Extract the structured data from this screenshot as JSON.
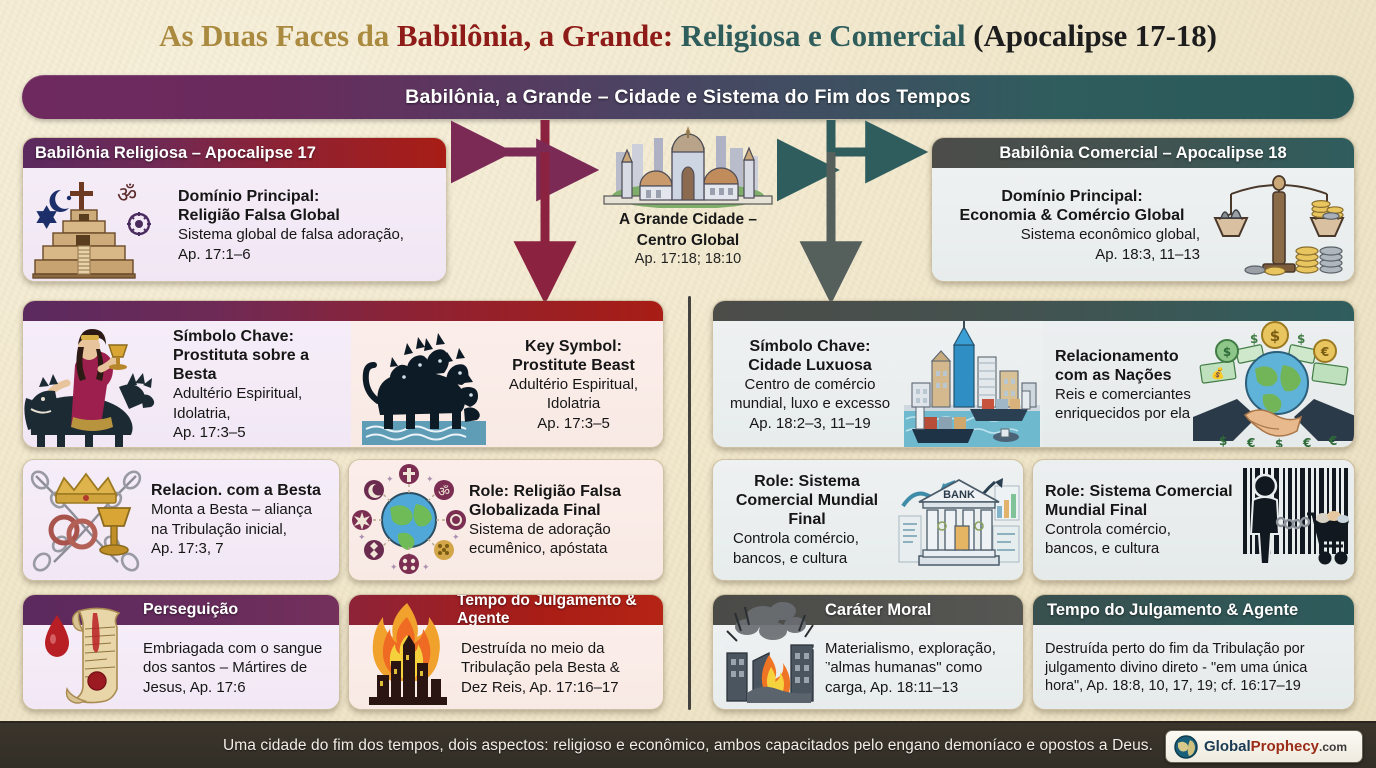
{
  "title": {
    "part1": "As Duas Faces da ",
    "part2": "Babilônia, a Grande: ",
    "part3": "Religiosa e Comercial ",
    "part4": "(Apocalipse 17-18)"
  },
  "banner": {
    "label": "Babilônia, a Grande – Cidade e Sistema do Fim dos Tempos"
  },
  "hub": {
    "title_line1": "A Grande Cidade –",
    "title_line2": "Centro Global",
    "reference": "Ap. 17:18; 18:10",
    "icon": "city-skyline-icon"
  },
  "left_column": {
    "header_card": {
      "header": "Babilônia Religiosa – Apocalipse 17",
      "icon": "ziggurat-religions-icon",
      "heading_line1": "Domínio Principal:",
      "heading_line2": "Religião Falsa Global",
      "sub_line1": "Sistema global de falsa adoração,",
      "sub_line2": "Ap. 17:1–6"
    },
    "wide_card": {
      "left": {
        "icon": "harlot-on-beast-icon",
        "heading_line1": "Símbolo Chave:",
        "heading_line2": "Prostituta sobre a Besta",
        "sub_line1": "Adultério Espiritual,",
        "sub_line2": "Idolatria,",
        "sub_line3": "Ap. 17:3–5"
      },
      "right": {
        "icon": "seven-headed-beast-icon",
        "heading_line1": "Key Symbol:",
        "heading_line2": "Prostitute Beast",
        "sub_line1": "Adultério Espiritual,",
        "sub_line2": "Idolatria",
        "sub_line3": "Ap. 17:3–5"
      }
    },
    "row3": [
      {
        "icon": "chains-crown-cup-icon",
        "heading_line1": "Relacion. com a Besta",
        "heading_line2": "",
        "sub_line1": "Monta a Besta – aliança",
        "sub_line2": "na Tribulação inicial,",
        "sub_line3": "Ap. 17:3, 7"
      },
      {
        "icon": "globe-religions-icon",
        "heading_line1": "Role: Religião Falsa",
        "heading_line2": "Globalizada Final",
        "sub_line1": "Sistema de adoração",
        "sub_line2": "ecumênico, apóstata",
        "sub_line3": ""
      }
    ],
    "row4": [
      {
        "header": "Perseguição",
        "icon": "blood-scroll-icon",
        "sub_line1": "Embriagada com o sangue",
        "sub_line2": "dos santos – Mártires de",
        "sub_line3": "Jesus, Ap. 17:6"
      },
      {
        "header": "Tempo do Julgamento & Agente",
        "icon": "burning-city-flames-icon",
        "sub_line1": "Destruída no meio da",
        "sub_line2": "Tribulação pela Besta &",
        "sub_line3": "Dez Reis, Ap. 17:16–17"
      }
    ]
  },
  "right_column": {
    "header_card": {
      "header": "Babilônia Comercial – Apocalipse 18",
      "icon": "scales-coins-icon",
      "heading_line1": "Domínio Principal:",
      "heading_line2": "Economia & Comércio Global",
      "sub_line1": "Sistema econômico global,",
      "sub_line2": "Ap. 18:3, 11–13"
    },
    "wide_card": {
      "left": {
        "icon": "luxury-city-port-icon",
        "heading_line1": "Símbolo Chave:",
        "heading_line2": "Cidade Luxuosa",
        "sub_line1": "Centro de comércio",
        "sub_line2": "mundial, luxo e excesso",
        "sub_line3": "Ap. 18:2–3, 11–19"
      },
      "right": {
        "icon": "handshake-globe-money-icon",
        "heading_line1": "Relacionamento",
        "heading_line2": "com as Nações",
        "sub_line1": "Reis e comerciantes",
        "sub_line2": "enriquecidos por ela",
        "sub_line3": ""
      }
    },
    "row3": [
      {
        "icon": "bank-charts-icon",
        "heading_line1": "Role: Sistema",
        "heading_line2": "Comercial Mundial Final",
        "sub_line1": "Controla comércio,",
        "sub_line2": "bancos, e cultura",
        "sub_line3": ""
      },
      {
        "icon": "barcode-shackled-consumer-icon",
        "heading_line1": "Role: Sistema Comercial",
        "heading_line2": "Mundial Final",
        "sub_line1": "Controla comércio,",
        "sub_line2": "bancos, e cultura",
        "sub_line3": ""
      }
    ],
    "row4": [
      {
        "header": "Caráter Moral",
        "icon": "burning-collapsing-city-icon",
        "sub_line1": "Materialismo, exploração,",
        "sub_line2": "\"almas humanas\" como",
        "sub_line3": "carga, Ap. 18:11–13"
      },
      {
        "header": "Tempo do Julgamento & Agente",
        "icon": "",
        "sub_line1": "Destruída perto do fim da Tribulação por",
        "sub_line2": "julgamento divino direto - \"em uma única",
        "sub_line3": "hora\", Ap. 18:8, 10, 17, 19; cf. 16:17–19"
      }
    ]
  },
  "footer": {
    "text": "Uma cidade do fim dos tempos, dois aspectos: religioso e econômico, ambos capacitados pelo engano demoníaco e opostos a Deus.",
    "logo": {
      "icon": "globe-logo-icon",
      "part1": "Global",
      "part2": "Prophecy",
      "part3": ".com"
    }
  },
  "colors": {
    "background": "#f2e9cf",
    "title_gold": "#a98a3f",
    "title_red": "#8e1b18",
    "title_teal": "#2f5d5c",
    "purple": "#5b2a5f",
    "red": "#a81d15",
    "teal": "#2f5d5e",
    "gray": "#4a4a47",
    "footer_bg": "#332e26"
  }
}
